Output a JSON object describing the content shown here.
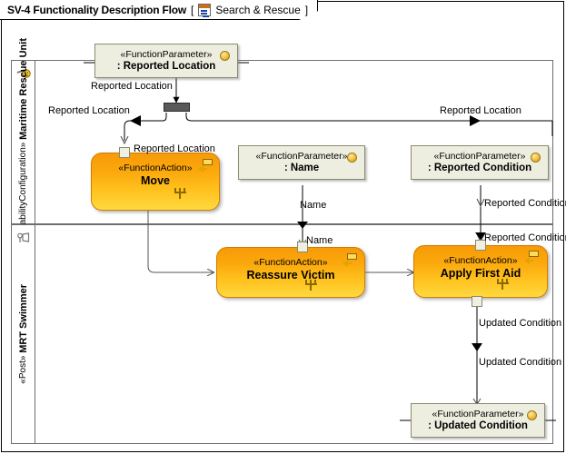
{
  "frame": {
    "title": "SV-4 Functionality Description Flow",
    "bracket_open": "[",
    "bracket_close": "]",
    "context": "Search & Rescue",
    "icon": "activity-diagram-icon"
  },
  "lanes": [
    {
      "id": "lane-maritime-rescue-unit",
      "stereotype": "«CapabilityConfiguration»",
      "name": "Maritime Rescue Unit",
      "icon": "capability-configuration-icon"
    },
    {
      "id": "lane-mrt-swimmer",
      "stereotype": "«Post»",
      "name": "MRT Swimmer",
      "icon": "post-actor-icon"
    }
  ],
  "nodes": [
    {
      "id": "param-reported-location",
      "kind": "FunctionParameter",
      "stereotype": "«FunctionParameter»",
      "name": ": Reported Location",
      "ball_icon": "parameter-ball-icon"
    },
    {
      "id": "param-name",
      "kind": "FunctionParameter",
      "stereotype": "«FunctionParameter»",
      "name": ": Name",
      "ball_icon": "parameter-ball-icon"
    },
    {
      "id": "param-reported-condition",
      "kind": "FunctionParameter",
      "stereotype": "«FunctionParameter»",
      "name": ": Reported Condition",
      "ball_icon": "parameter-ball-icon"
    },
    {
      "id": "param-updated-condition",
      "kind": "FunctionParameter",
      "stereotype": "«FunctionParameter»",
      "name": ": Updated Condition",
      "ball_icon": "parameter-ball-icon"
    },
    {
      "id": "action-move",
      "kind": "FunctionAction",
      "stereotype": "«FunctionAction»",
      "name": "Move",
      "rake_icon": "call-behavior-rake-icon",
      "badge_icon": "streaming-parameter-icon"
    },
    {
      "id": "action-reassure-victim",
      "kind": "FunctionAction",
      "stereotype": "«FunctionAction»",
      "name": "Reassure Victim",
      "rake_icon": "call-behavior-rake-icon",
      "badge_icon": "streaming-parameter-icon"
    },
    {
      "id": "action-apply-first-aid",
      "kind": "FunctionAction",
      "stereotype": "«FunctionAction»",
      "name": "Apply First Aid",
      "rake_icon": "call-behavior-rake-icon",
      "badge_icon": "streaming-parameter-icon"
    }
  ],
  "fork": {
    "id": "fork-reported-location",
    "kind": "fork-bar"
  },
  "edge_labels": {
    "reported_location_to_fork": "Reported Location",
    "fork_to_move_left": "Reported Location",
    "move_pin_in": "Reported Location",
    "fork_to_right": "Reported Location",
    "name_out": "Name",
    "name_in": "Name",
    "reported_condition_out": "Reported Condition",
    "reported_condition_in": "Reported Condition",
    "updated_condition_out": "Updated Condition",
    "updated_condition_in": "Updated Condition"
  },
  "colors": {
    "action_fill_top": "#f79a08",
    "action_fill_bottom": "#ffd93f",
    "action_border": "#d07c00",
    "param_fill": "#eeeee0",
    "param_border": "#8a8a6d",
    "fork_fill": "#595959",
    "lane_border": "#6e6e6e",
    "edge": "#000000",
    "background": "#ffffff"
  }
}
